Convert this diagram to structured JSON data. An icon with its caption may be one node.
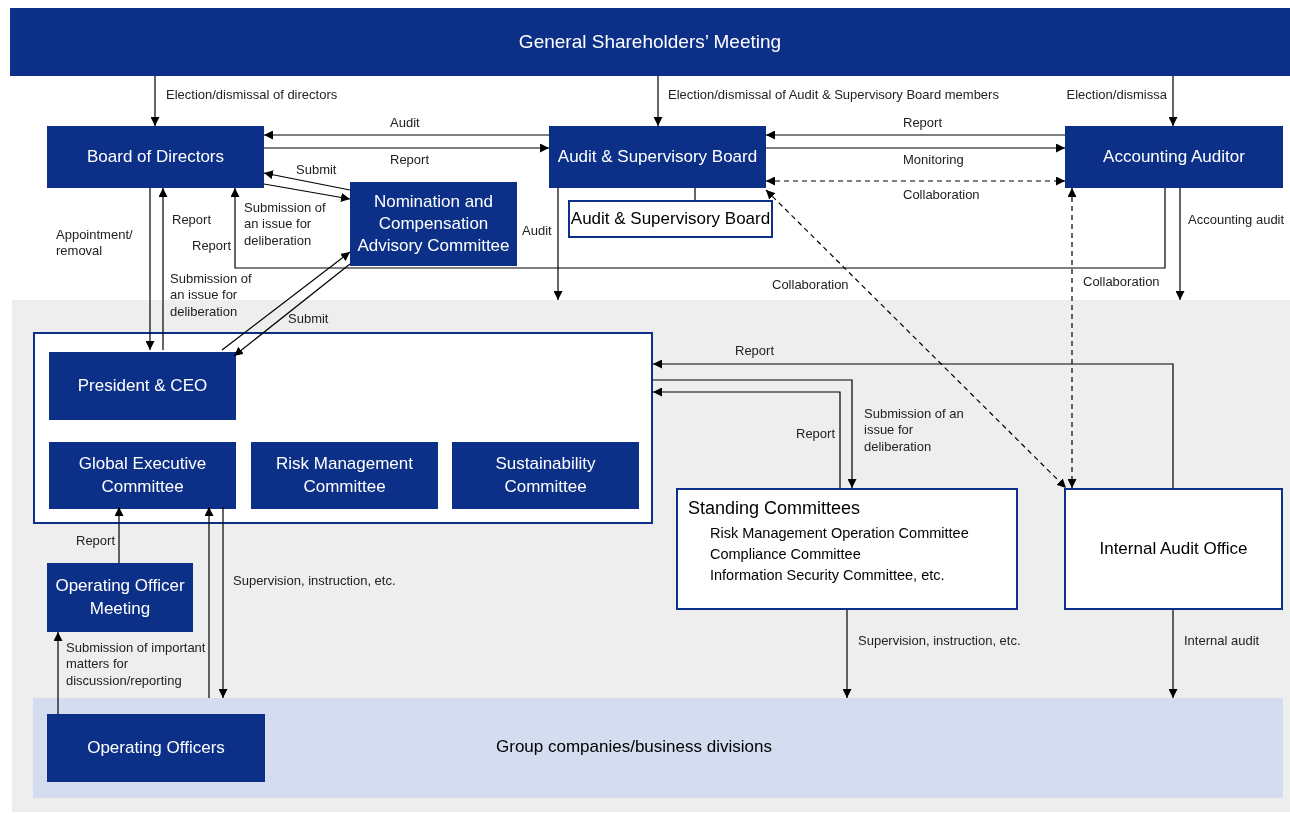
{
  "diagram": {
    "nodes": [
      {
        "text": [
          "General Shareholders’ Meeting"
        ]
      },
      {
        "text": [
          "Board of Directors"
        ]
      },
      {
        "text": [
          "Audit & Supervisory Board"
        ]
      },
      {
        "text": [
          "Audit & Supervisory Board"
        ]
      },
      {
        "text": [
          "Accounting Auditor"
        ]
      },
      {
        "text": [
          "Nomination and Compensation Advisory Committee"
        ]
      },
      {
        "text": [],
        "shape": "box"
      },
      {
        "text": [],
        "shape": "box",
        "in": 6
      },
      {
        "text": [
          "President & CEO"
        ],
        "in": 7
      },
      {
        "text": [
          "Global Executive Committee"
        ],
        "in": 7
      },
      {
        "text": [
          "Risk Management Committee"
        ],
        "in": 7
      },
      {
        "text": [
          "Sustainability Committee"
        ],
        "in": 7
      },
      {
        "text": [
          "Standing Committees",
          "Risk Management Operation Committee",
          "Compliance Committee",
          "Information Security Committee, etc."
        ],
        "in": 6
      },
      {
        "text": [
          "Internal Audit Office"
        ],
        "in": 6
      },
      {
        "text": [
          "Operating Officer Meeting"
        ],
        "in": 6
      },
      {
        "text": [
          "Group companies/business divisions"
        ],
        "in": 6
      },
      {
        "text": [
          "Operating Officers"
        ],
        "in": 15
      }
    ],
    "edges": [
      {
        "from": 0,
        "to": 1,
        "arrow": "to",
        "label": "Election/dismissal of directors"
      },
      {
        "from": 0,
        "to": 2,
        "arrow": "to",
        "label": "Election/dismissal of Audit & Supervisory Board members"
      },
      {
        "from": 0,
        "to": 4,
        "arrow": "to",
        "label": "Election/dismissa"
      },
      {
        "from": 2,
        "to": 1,
        "arrow": "to",
        "label": "Audit"
      },
      {
        "from": 1,
        "to": 2,
        "arrow": "to",
        "label": "Report"
      },
      {
        "from": 4,
        "to": 2,
        "arrow": "to",
        "label": "Report"
      },
      {
        "from": 2,
        "to": 4,
        "arrow": "to",
        "label": "Monitoring"
      },
      {
        "from": 2,
        "to": 4,
        "arrow": "both",
        "label": "Collaboration",
        "style": "dashed"
      },
      {
        "from": 2,
        "to": 3,
        "arrow": "none"
      },
      {
        "from": 5,
        "to": 1,
        "arrow": "to",
        "label": "Submit"
      },
      {
        "from": 1,
        "to": 5,
        "arrow": "to",
        "label": "Submission of an issue for deliberation"
      },
      {
        "from": 1,
        "to": 8,
        "arrow": "to",
        "label": "Appointment/ removal"
      },
      {
        "from": 8,
        "to": 1,
        "arrow": "to",
        "label": "Report"
      },
      {
        "from": 4,
        "to": 1,
        "arrow": "to",
        "label": "Report"
      },
      {
        "from": 8,
        "to": 5,
        "arrow": "to",
        "label": "Submission of an issue for deliberation"
      },
      {
        "from": 5,
        "to": 8,
        "arrow": "to",
        "label": "Submit"
      },
      {
        "from": 2,
        "to": 6,
        "arrow": "to",
        "label": "Audit"
      },
      {
        "from": 4,
        "to": 6,
        "arrow": "to",
        "label": "Accounting audit"
      },
      {
        "from": 2,
        "to": 13,
        "arrow": "both",
        "label": "Collaboration",
        "style": "dashed"
      },
      {
        "from": 4,
        "to": 13,
        "arrow": "both",
        "label": "Collaboration",
        "style": "dashed"
      },
      {
        "from": 13,
        "to": 7,
        "arrow": "to",
        "label": "Report"
      },
      {
        "from": 12,
        "to": 7,
        "arrow": "to",
        "label": "Report"
      },
      {
        "from": 7,
        "to": 12,
        "arrow": "to",
        "label": "Submission of an issue for deliberation"
      },
      {
        "from": 12,
        "to": 15,
        "arrow": "to",
        "label": "Supervision, instruction, etc."
      },
      {
        "from": 13,
        "to": 15,
        "arrow": "to",
        "label": "Internal audit"
      },
      {
        "from": 14,
        "to": 9,
        "arrow": "to",
        "label": "Report"
      },
      {
        "from": 16,
        "to": 14,
        "arrow": "to",
        "label": "Submission of important matters for discussion/reporting"
      },
      {
        "from": 15,
        "to": 9,
        "arrow": "to"
      },
      {
        "from": 9,
        "to": 15,
        "arrow": "to",
        "label": "Supervision, instruction, etc."
      }
    ]
  }
}
